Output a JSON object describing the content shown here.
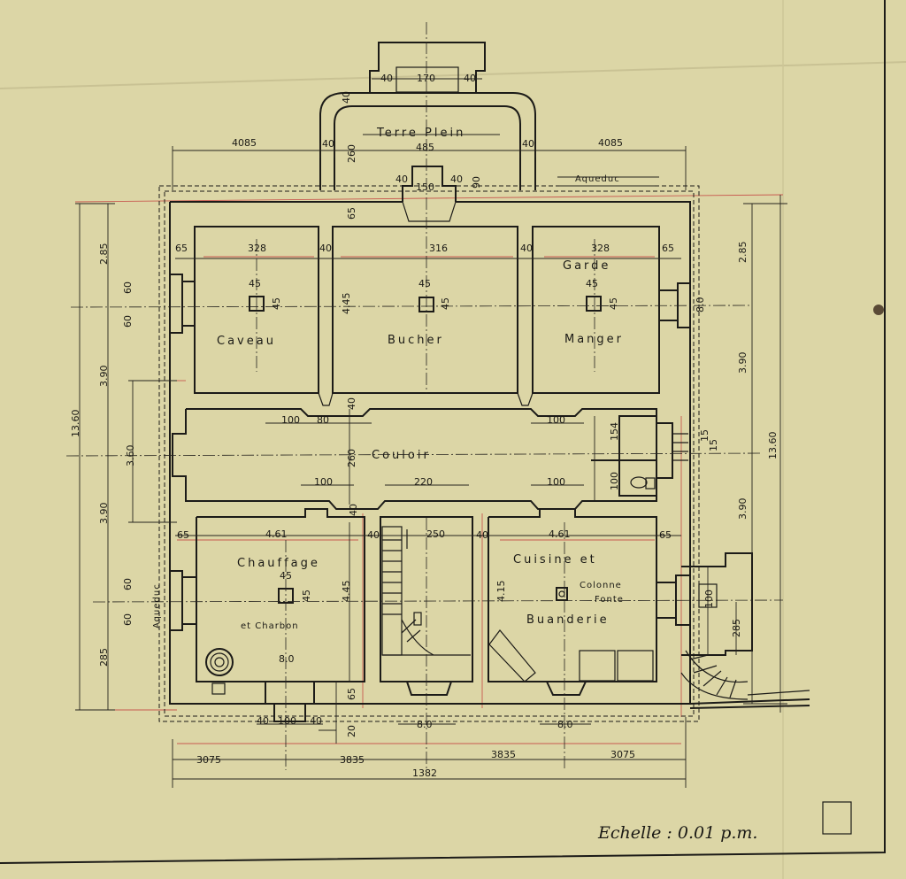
{
  "rooms": {
    "terre_plein": "Terre Plein",
    "aqueduc_top": "Aqueduc",
    "caveau": "Caveau",
    "bucher": "Bucher",
    "garde_manger_1": "Garde",
    "garde_manger_2": "Manger",
    "couloir": "Couloir",
    "chauffage": "Chauffage",
    "et_charbon": "et Charbon",
    "cuisine": "Cuisine et",
    "buanderie": "Buanderie",
    "colonne": "Colonne",
    "fonte": "Fonte",
    "aqueduc_left": "Aqueduc"
  },
  "dimensions": {
    "top_170": "170",
    "top_40a": "40",
    "top_40b": "40",
    "tp_260": "260",
    "tp_40l": "40",
    "tp_40r": "40",
    "tp_40c": "40",
    "w_485": "485",
    "w_4085l": "4085",
    "w_4085r": "4085",
    "n_150": "150",
    "n_40a": "40",
    "n_40b": "40",
    "n_90": "90",
    "n_65": "65",
    "r1_65l": "65",
    "r1_328l": "328",
    "r1_40a": "40",
    "r1_316": "316",
    "r1_40b": "40",
    "r1_328r": "328",
    "r1_65r": "65",
    "c_45a": "45",
    "c_45b": "45",
    "c_45c": "45",
    "c_45d": "45",
    "c_45e": "45",
    "c_45f": "45",
    "h_445": "4.45",
    "l_285a": "2.85",
    "l_390a": "3.90",
    "l_1360": "13.60",
    "l_360": "3.60",
    "l_390b": "3.90",
    "l_285b": "285",
    "l_60a": "60",
    "l_60b": "60",
    "l_60c": "60",
    "l_60d": "60",
    "r_285a": "2.85",
    "r_390a": "3.90",
    "r_1360": "13.60",
    "r_390b": "3.90",
    "r_80": "8.0",
    "r_15": "15",
    "r_15b": "15",
    "cor_100a": "100",
    "cor_80": "80",
    "cor_40": "40",
    "cor_100b": "100",
    "cor_260": "260",
    "cor_154": "154",
    "cor_100c": "100",
    "cor_100d": "100",
    "cor_220": "220",
    "cor_100e": "100",
    "b_461l": "4.61",
    "b_40a": "40",
    "b_250": "250",
    "b_40b": "40",
    "b_461r": "4.61",
    "b_65l": "65",
    "b_65r": "65",
    "b_40v": "40",
    "b_445": "4.45",
    "b_415": "4.15",
    "b_45a": "45",
    "b_45b": "45",
    "b_80a": "8.0",
    "b_80b": "8.0",
    "b_80c": "8.0",
    "b_65v": "65",
    "b_20": "20",
    "b_40c": "40",
    "b_100": "100",
    "b_40d": "40",
    "e_100": "100",
    "e_285": "285",
    "f_3075l": "3075",
    "f_3835l": "3835",
    "f_3835r": "3835",
    "f_3075r": "3075",
    "f_1382": "1382"
  },
  "scale_label": "Echelle : 0.01 p.m."
}
